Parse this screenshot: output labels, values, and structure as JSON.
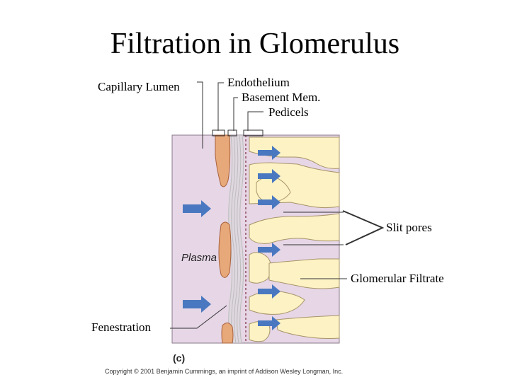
{
  "title": "Filtration in Glomerulus",
  "labels": {
    "capillary_lumen": "Capillary Lumen",
    "endothelium": "Endothelium",
    "basement_membrane": "Basement Mem.",
    "pedicels": "Pedicels",
    "slit_pores": "Slit pores",
    "glomerular_filtrate": "Glomerular Filtrate",
    "fenestration": "Fenestration",
    "plasma": "Plasma"
  },
  "figure_letter": "(c)",
  "copyright": "Copyright © 2001 Benjamin Cummings, an imprint of Addison Wesley Longman, Inc.",
  "colors": {
    "background_panel": "#e6d6e6",
    "endothelium": "#e8a97a",
    "basement_membrane": "#d8d8d8",
    "pedicel": "#fdf2c4",
    "arrow": "#4a78c0"
  }
}
